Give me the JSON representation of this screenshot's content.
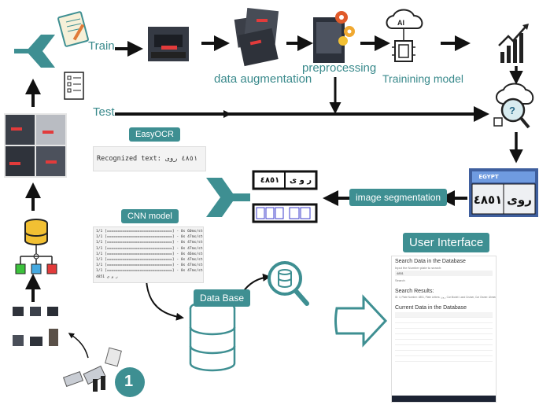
{
  "labels": {
    "train": "Train",
    "test": "Test",
    "data_augmentation": "data augmentation",
    "preprocessing": "preprocessing",
    "training_model": "Trainining model",
    "image_segmentation": "image segmentation",
    "easyocr": "EasyOCR",
    "recognized_text": "Recognized text: ٤٨٥١ روى",
    "cnn_model": "CNN model",
    "data_base": "Data Base",
    "user_interface": "User Interface",
    "step_number": "1"
  },
  "cnn_log_lines": [
    "1/1 [==============================] - 0s 60ms/step",
    "1/1 [==============================] - 0s 47ms/step",
    "1/1 [==============================] - 0s 47ms/step",
    "1/1 [==============================] - 0s 47ms/step",
    "1/1 [==============================] - 0s 46ms/step",
    "1/1 [==============================] - 0s 47ms/step",
    "1/1 [==============================] - 0s 47ms/step",
    "1/1 [==============================] - 0s 47ms/step",
    "4851 ر و ى"
  ],
  "ui": {
    "search_title": "Search Data in the Database",
    "search_hint": "Input the Number plate to search:",
    "search_value": "4851",
    "search_button": "Search",
    "results_title": "Search Results:",
    "results_line": "ID: 4, Plate Number: 4851, Plate Letters: روى, Car Model: Land Cruiser, Car Owner: Ahmed",
    "current_title": "Current Data in the Database"
  },
  "plate_segments": {
    "letters": "ر و ى",
    "numbers": "٤٨٥١"
  },
  "plate_photo": {
    "numbers": "٤٨٥١",
    "letters": "روى",
    "country": "EGYPT"
  },
  "colors": {
    "teal": "#3e8f92",
    "teal_dark": "#2f7a7c",
    "arrow": "#111111"
  }
}
